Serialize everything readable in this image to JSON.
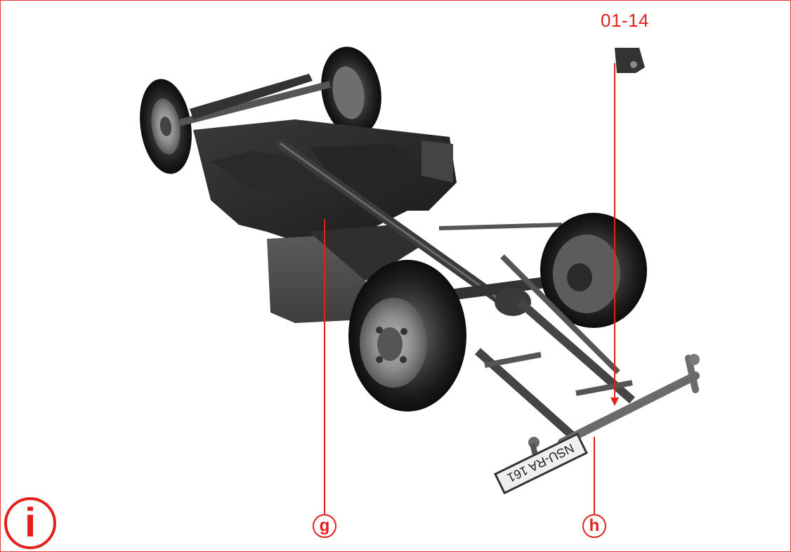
{
  "part_number": "01-14",
  "callouts": {
    "g": "g",
    "h": "h"
  },
  "info_icon": "i",
  "license_plate": "NSU-RA 161",
  "colors": {
    "accent": "#e3201b",
    "frame": "#e53a3a"
  }
}
